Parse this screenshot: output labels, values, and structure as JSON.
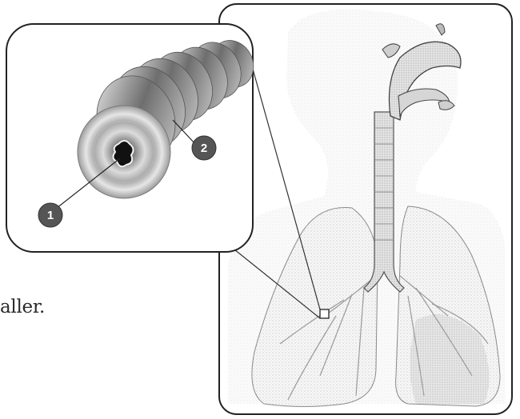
{
  "figure": {
    "partial_text": "aller.",
    "markers": [
      {
        "label": "1"
      },
      {
        "label": "2"
      }
    ],
    "colors": {
      "outline": "#222222",
      "marker_fill": "#555555",
      "shading": "#9a9a9a"
    }
  }
}
